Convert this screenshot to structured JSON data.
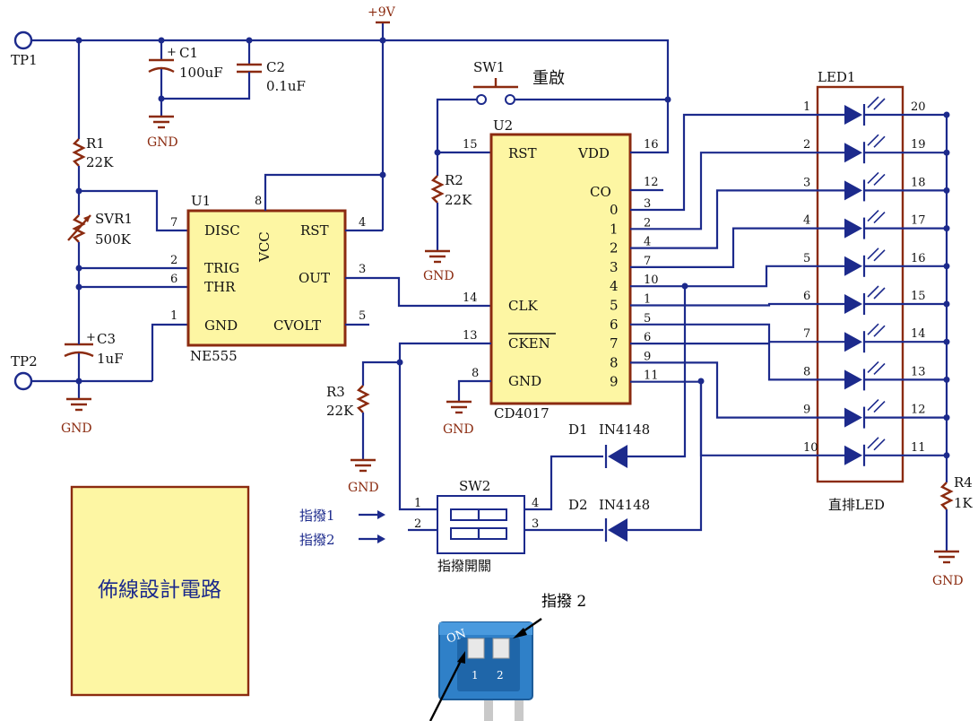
{
  "supply": {
    "vcc": "+9V",
    "gnd": "GND"
  },
  "test_points": {
    "tp1": "TP1",
    "tp2": "TP2"
  },
  "parts": {
    "c1": {
      "name": "C1",
      "value": "100uF"
    },
    "c2": {
      "name": "C2",
      "value": "0.1uF"
    },
    "c3": {
      "name": "C3",
      "value": "1uF"
    },
    "r1": {
      "name": "R1",
      "value": "22K"
    },
    "r2": {
      "name": "R2",
      "value": "22K"
    },
    "r3": {
      "name": "R3",
      "value": "22K"
    },
    "r4": {
      "name": "R4",
      "value": "1K"
    },
    "svr1": {
      "name": "SVR1",
      "value": "500K"
    },
    "sw1": {
      "name": "SW1",
      "label": "重啟"
    },
    "sw2": {
      "name": "SW2",
      "label": "指撥開關"
    },
    "d1": {
      "name": "D1",
      "value": "IN4148"
    },
    "d2": {
      "name": "D2",
      "value": "IN4148"
    },
    "led1": {
      "name": "LED1",
      "label": "直排LED"
    }
  },
  "u1": {
    "ref": "U1",
    "part": "NE555",
    "pins": {
      "disc": "DISC",
      "trig": "TRIG",
      "thr": "THR",
      "gnd": "GND",
      "vcc": "VCC",
      "rst": "RST",
      "out": "OUT",
      "cvolt": "CVOLT"
    },
    "pin_numbers": {
      "disc": "7",
      "trig": "2",
      "thr": "6",
      "gnd": "1",
      "vcc": "8",
      "rst": "4",
      "out": "3",
      "cvolt": "5"
    }
  },
  "u2": {
    "ref": "U2",
    "part": "CD4017",
    "left_pins": {
      "rst": "RST",
      "clk": "CLK",
      "cken": "CKEN",
      "gnd": "GND"
    },
    "left_numbers": {
      "rst": "15",
      "clk": "14",
      "cken": "13",
      "gnd": "8"
    },
    "right_top": {
      "vdd": "VDD",
      "co": "CO",
      "vdd_num": "16",
      "co_num": "12"
    },
    "outputs": [
      "0",
      "1",
      "2",
      "3",
      "4",
      "5",
      "6",
      "7",
      "8",
      "9"
    ],
    "output_pins": [
      "3",
      "2",
      "4",
      "7",
      "10",
      "1",
      "5",
      "6",
      "9",
      "11"
    ]
  },
  "led_bar": {
    "left_pins": [
      "1",
      "2",
      "3",
      "4",
      "5",
      "6",
      "7",
      "8",
      "9",
      "10"
    ],
    "right_pins": [
      "20",
      "19",
      "18",
      "17",
      "16",
      "15",
      "14",
      "13",
      "12",
      "11"
    ]
  },
  "sw2_pins": {
    "in1": "1",
    "in2": "2",
    "out1": "4",
    "out2": "3"
  },
  "dip_labels": {
    "input1": "指撥1",
    "input2": "指撥2",
    "callout": "指撥 2"
  },
  "photo": {
    "on_text": "ON",
    "sw1": "1",
    "sw2": "2"
  },
  "title_box": "佈線設計電路"
}
